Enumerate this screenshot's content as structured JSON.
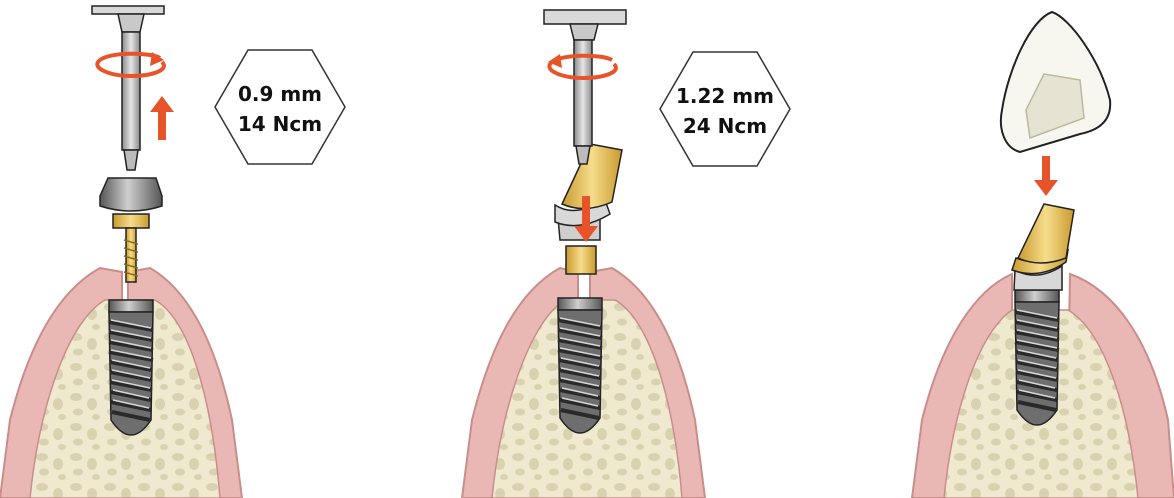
{
  "colors": {
    "gum": "#e9b8b5",
    "gum_edge": "#c98d8a",
    "bone": "#efe9cf",
    "bone_spots": "#d9d2b0",
    "metal": "#8e8e8e",
    "metal_dark": "#3f3f3f",
    "metal_light": "#c9c9c9",
    "gold": "#e8c15a",
    "gold_light": "#f6dd8c",
    "arrow": "#e8542a",
    "crown": "#f7f6ef",
    "crown_inner": "#e6e3d2",
    "outline": "#222222"
  },
  "steps": [
    {
      "id": "remove-healing-cap",
      "hex_line1": "0.9 mm",
      "hex_line2": "14 Ncm"
    },
    {
      "id": "seat-angled-abutment",
      "hex_line1": "1.22 mm",
      "hex_line2": "24 Ncm"
    },
    {
      "id": "place-crown"
    }
  ]
}
